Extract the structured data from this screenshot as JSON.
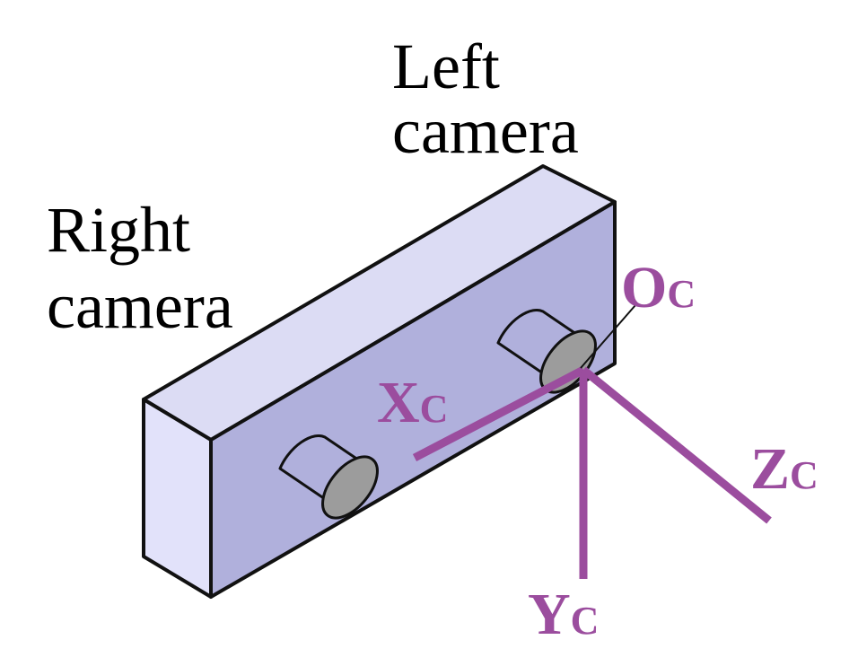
{
  "labels": {
    "left_camera": [
      "Left",
      "camera"
    ],
    "right_camera": [
      "Right",
      "camera"
    ]
  },
  "axes": {
    "origin": {
      "main": "O",
      "sub": "C"
    },
    "x": {
      "main": "X",
      "sub": "C"
    },
    "y": {
      "main": "Y",
      "sub": "C"
    },
    "z": {
      "main": "Z",
      "sub": "C"
    }
  },
  "colors": {
    "axis": "#9b4d9e",
    "front_face": "#b0b0dc",
    "top_face": "#dcdcf4",
    "left_face": "#e2e2fa",
    "lens": "#9c9c9c",
    "outline": "#111111"
  }
}
